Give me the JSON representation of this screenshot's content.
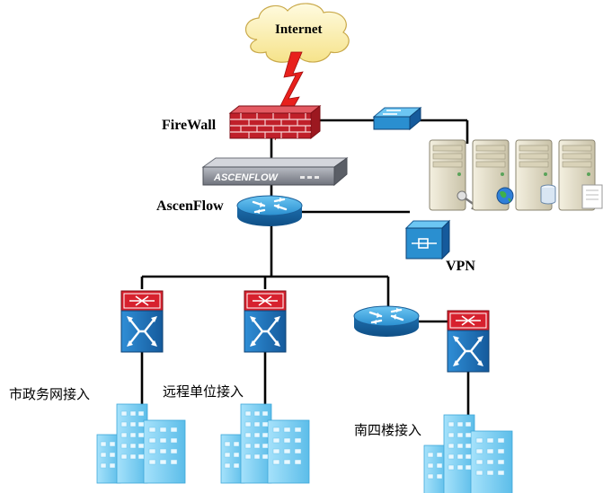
{
  "labels": {
    "internet": "Internet",
    "firewall": "FireWall",
    "ascenflow": "AscenFlow",
    "device_brand": "ASCENFLOW",
    "vpn": "VPN",
    "site_1": "市政务网接入",
    "site_2": "远程单位接入",
    "site_3": "南四楼接入"
  },
  "colors": {
    "cloud": "#fff4b0",
    "firewall_brick": "#c0202a",
    "router_blue": "#2a8fd0",
    "switch_blue": "#1e6fb8",
    "building_blue": "#7fd0f5",
    "link": "#000000",
    "lightning": "#e8201c"
  },
  "icons": {
    "cloud": "cloud-icon",
    "firewall": "brick-firewall-icon",
    "appliance": "ascenflow-appliance-icon",
    "router": "router-icon",
    "vpn": "vpn-concentrator-icon",
    "switch": "multilayer-switch-icon",
    "workgroup_switch": "workgroup-switch-icon",
    "server": "server-icon",
    "building": "building-icon"
  }
}
